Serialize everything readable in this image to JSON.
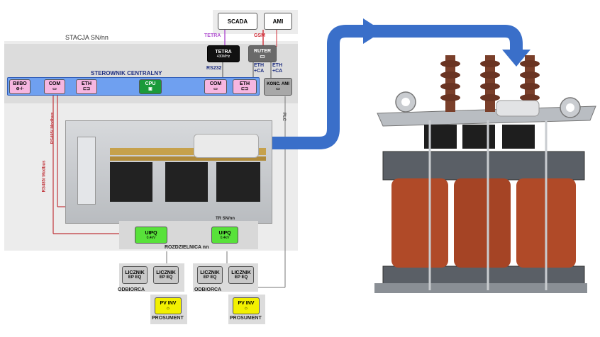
{
  "top": {
    "scada": "SCADA",
    "ami": "AMI",
    "tetra_label": "TETRA",
    "gsm_label": "GSM"
  },
  "station": {
    "title": "STACJA SN/nn",
    "controller_title": "STEROWNIK CENTRALNY"
  },
  "tetra_box": {
    "name": "TETRA",
    "freq": "430MHz"
  },
  "ruter_box": {
    "name": "RUTER"
  },
  "link_labels": {
    "rs232": "RS232",
    "eth_ca_1": "ETH\n+CA",
    "eth_ca_2": "ETH\n+CA",
    "plc": "PLC"
  },
  "modules": {
    "bi_bo": "BI/BO",
    "com1": "COM",
    "eth1": "ETH",
    "cpu": "CPU",
    "com2": "COM",
    "eth2": "ETH",
    "konc_ami": "KONC. AMI"
  },
  "bus_labels": {
    "rs485_modbus_1": "RS485/ Modbus",
    "rs485_modbus_2": "RS485/ Modbus"
  },
  "transformer_panel": {
    "label": "TR SN/nn"
  },
  "distribution": {
    "label": "ROZDZIELNICA nn",
    "uipq_1": "UIPQ",
    "uipq_2": "UIPQ",
    "uipq_sub": "0,4kV"
  },
  "consumers": [
    {
      "meter": "LICZNIK",
      "ep": "EP",
      "eq": "EQ",
      "label": ""
    },
    {
      "meter": "LICZNIK",
      "ep": "EP",
      "eq": "EQ",
      "label": "ODBIORCA"
    },
    {
      "meter": "LICZNIK",
      "ep": "EP",
      "eq": "EQ",
      "label": ""
    },
    {
      "meter": "LICZNIK",
      "ep": "EP",
      "eq": "EQ",
      "label": "ODBIORCA"
    }
  ],
  "prosumers": [
    {
      "inv": "PV INV",
      "label": "PROSUMENT"
    },
    {
      "inv": "PV INV",
      "label": "PROSUMENT"
    }
  ],
  "colors": {
    "arrow": "#3a6fc9",
    "station_bg": "#e9e9e9",
    "controller_bus": "#6fa0f0",
    "com_box": "#f6b6e0",
    "cpu_box": "#1b9a3a",
    "uipq_box": "#58e23a",
    "pv_box": "#f2f000",
    "coil": "#b04a28",
    "rs485_line": "#c0353b",
    "tetra_line": "#b050d0",
    "gsm_line": "#d0303a"
  }
}
